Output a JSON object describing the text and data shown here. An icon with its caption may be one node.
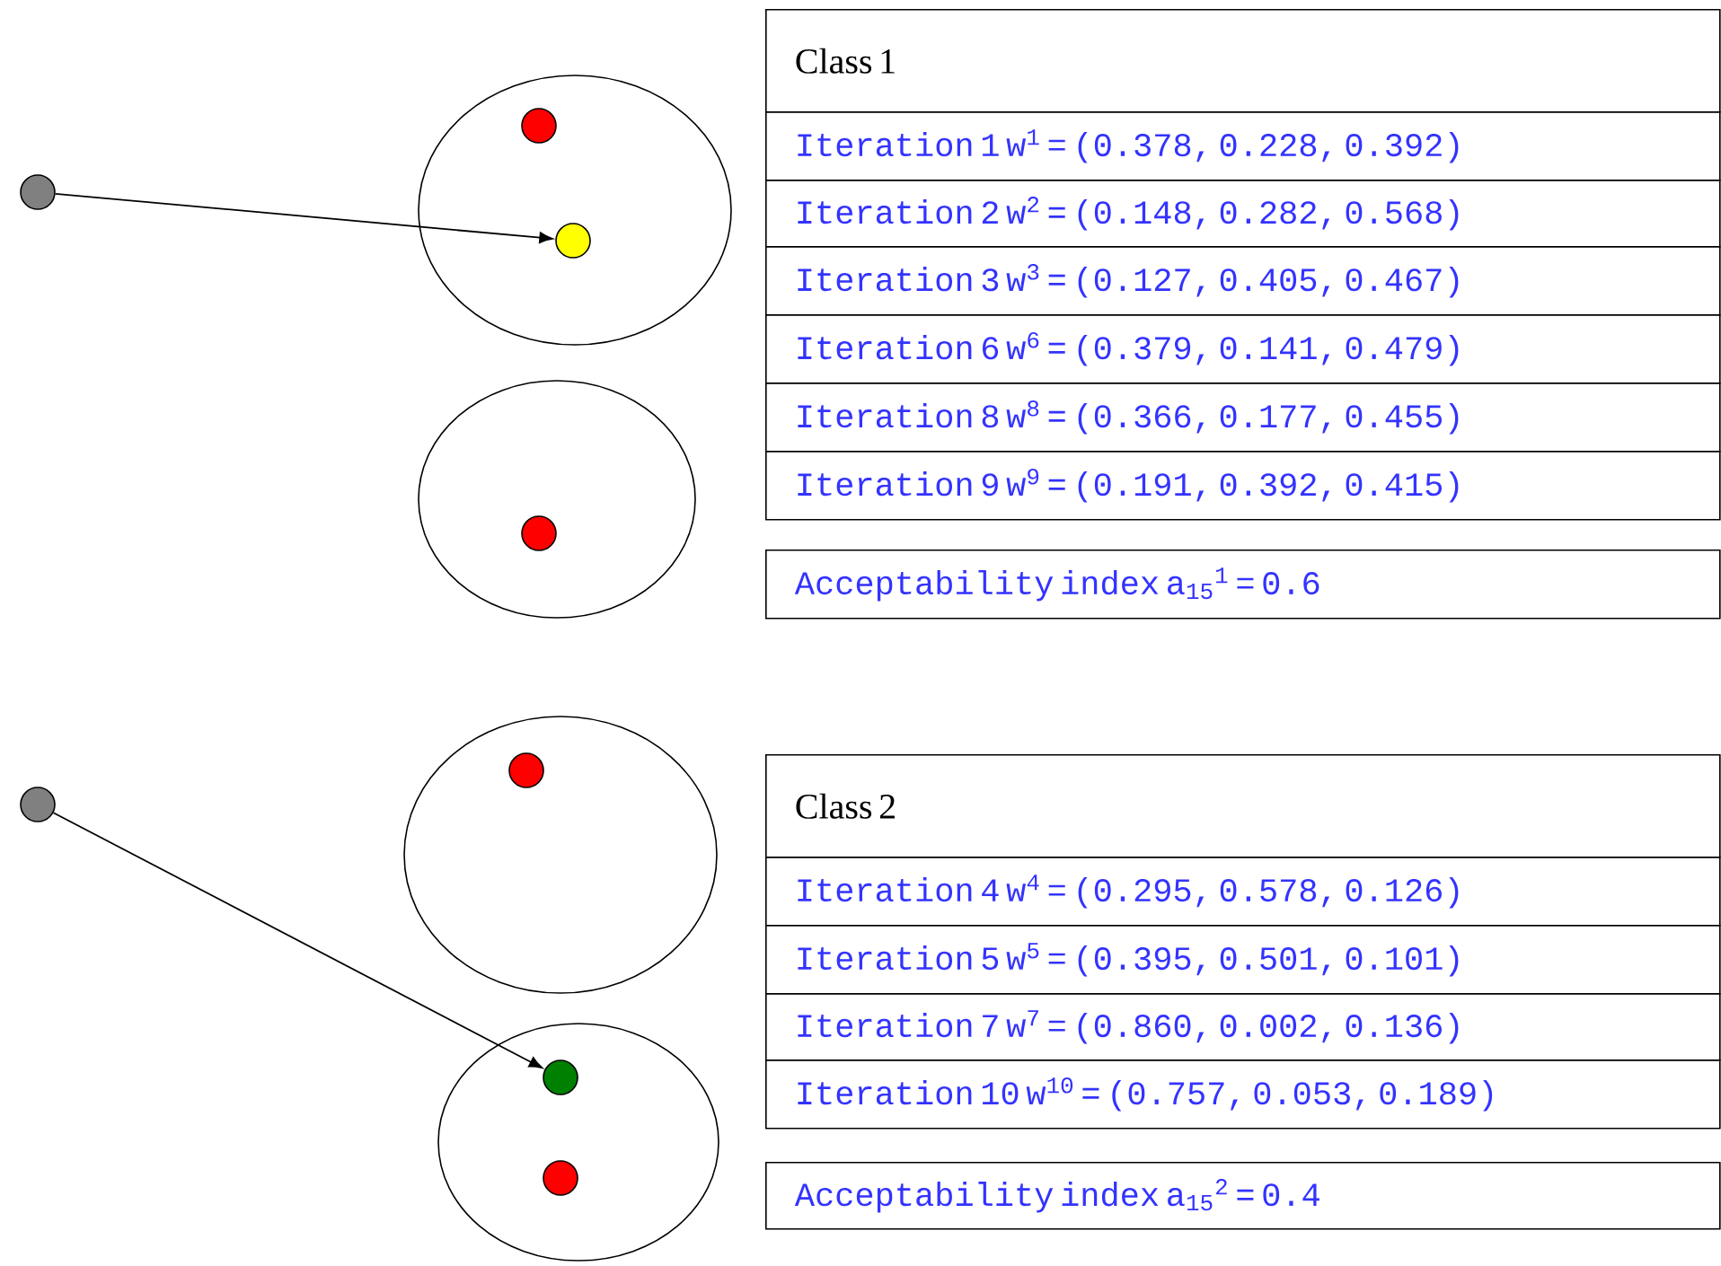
{
  "diagram": {
    "nodes": [
      {
        "text": [],
        "shape": "circle"
      },
      {
        "text": [],
        "shape": "circle"
      },
      {
        "text": [],
        "shape": "circle",
        "in": 1
      },
      {
        "text": [],
        "shape": "circle",
        "in": 1
      },
      {
        "text": [],
        "shape": "circle"
      },
      {
        "text": [],
        "shape": "circle",
        "in": 4
      },
      {
        "text": [
          "Class 1"
        ]
      },
      {
        "text": [
          "Iteration 1 w$^{1}$ = (0.378, 0.228, 0.392)"
        ]
      },
      {
        "text": [
          "Iteration 2 w$^{2}$ = (0.148, 0.282, 0.568)"
        ]
      },
      {
        "text": [
          "Iteration 3 w$^{3}$ = (0.127, 0.405, 0.467)"
        ]
      },
      {
        "text": [
          "Iteration 6 w$^{6}$ = (0.379, 0.141, 0.479)"
        ]
      },
      {
        "text": [
          "Iteration 8 w$^{8}$ = (0.366, 0.177, 0.455)"
        ]
      },
      {
        "text": [
          "Iteration 9 w$^{9}$ = (0.191, 0.392, 0.415)"
        ]
      },
      {
        "text": [
          "Acceptability index a$_{15}$$^{1}$ = 0.6"
        ]
      },
      {
        "text": [],
        "shape": "circle"
      },
      {
        "text": [],
        "shape": "circle"
      },
      {
        "text": [],
        "shape": "circle",
        "in": 15
      },
      {
        "text": [],
        "shape": "circle"
      },
      {
        "text": [],
        "shape": "circle",
        "in": 17
      },
      {
        "text": [],
        "shape": "circle",
        "in": 17
      },
      {
        "text": [
          "Class 2"
        ]
      },
      {
        "text": [
          "Iteration 4 w$^{4}$ = (0.295, 0.578, 0.126)"
        ]
      },
      {
        "text": [
          "Iteration 5 w$^{5}$ = (0.395, 0.501, 0.101)"
        ]
      },
      {
        "text": [
          "Iteration 7 w$^{7}$ = (0.860, 0.002, 0.136)"
        ]
      },
      {
        "text": [
          "Iteration 10 w$^{10}$ = (0.757, 0.053, 0.189)"
        ]
      },
      {
        "text": [
          "Acceptability index a$_{15}$$^{2}$ = 0.4"
        ]
      }
    ],
    "edges": [
      {
        "from": 0,
        "to": 3,
        "arrow": "to"
      },
      {
        "from": 14,
        "to": 18,
        "arrow": "to"
      }
    ]
  }
}
